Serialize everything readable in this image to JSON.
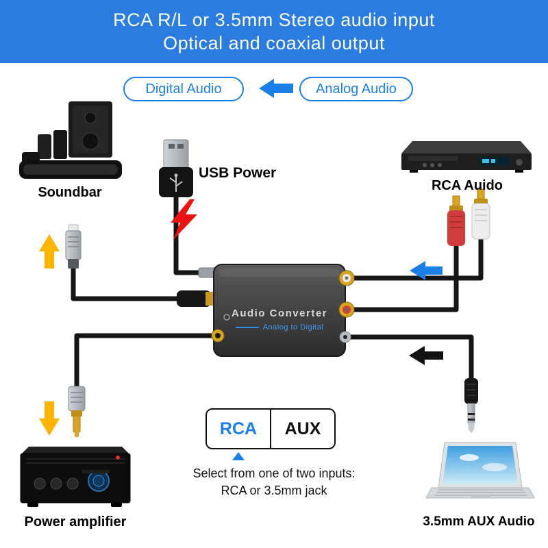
{
  "header": {
    "line1": "RCA R/L or 3.5mm Stereo audio input",
    "line2": "Optical and coaxial output"
  },
  "flow": {
    "digital_label": "Digital Audio",
    "analog_label": "Analog Audio"
  },
  "devices": {
    "soundbar_label": "Soundbar",
    "usb_label": "USB Power",
    "dvd_label": "RCA Auido",
    "amplifier_label": "Power amplifier",
    "laptop_label": "3.5mm AUX Audio"
  },
  "converter": {
    "title": "Audio Converter",
    "subtitle": "Analog to Digital"
  },
  "selector": {
    "rca": "RCA",
    "aux": "AUX",
    "help1": "Select from one of two inputs:",
    "help2": "RCA or 3.5mm jack"
  },
  "colors": {
    "header_bg": "#2b7ce0",
    "accent_blue": "#1a7fe8",
    "arrow_yellow": "#ffb402",
    "bolt_red": "#ee1111",
    "cable_black": "#151515",
    "arrow_black": "#111111",
    "rca_red": "#d23c3c",
    "rca_white": "#ececec",
    "gold": "#d9a41f"
  }
}
